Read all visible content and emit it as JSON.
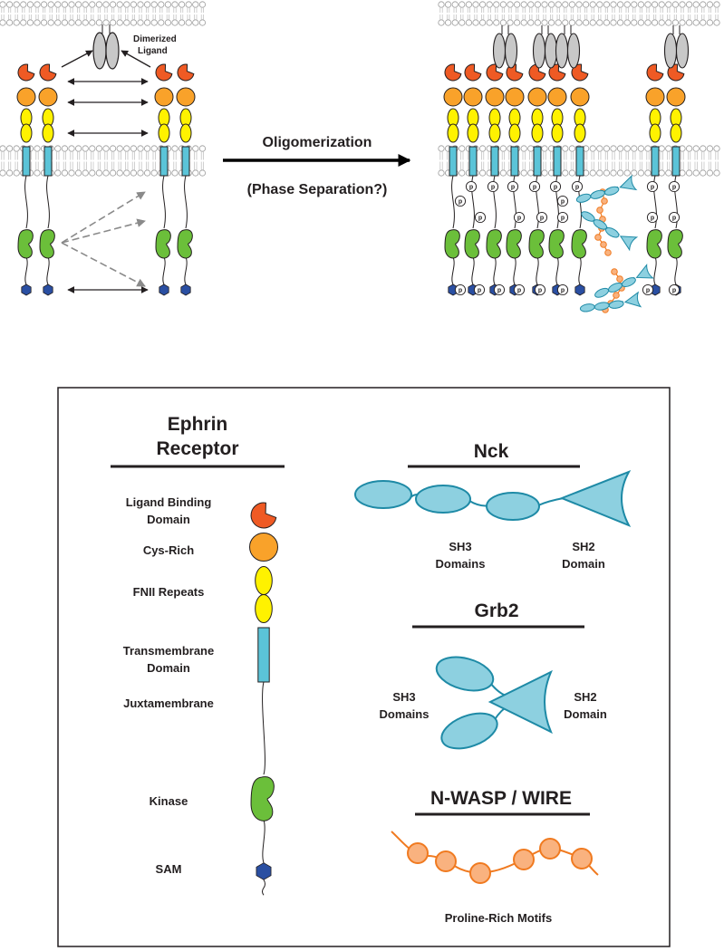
{
  "top": {
    "dimerized_ligand": [
      "Dimerized",
      "Ligand"
    ],
    "arrow_main_label": "Oligomerization",
    "arrow_sub_label": "(Phase Separation?)",
    "phospho_label": "p"
  },
  "legend": {
    "ephrin_title": [
      "Ephrin",
      "Receptor"
    ],
    "ephrin_domains": [
      [
        "Ligand Binding",
        "Domain"
      ],
      [
        "Cys-Rich"
      ],
      [
        "FNII Repeats"
      ],
      [
        "Transmembrane",
        "Domain"
      ],
      [
        "Juxtamembrane"
      ],
      [
        "Kinase"
      ],
      [
        "SAM"
      ]
    ],
    "nck": {
      "title": "Nck",
      "sh3": [
        "SH3",
        "Domains"
      ],
      "sh2": [
        "SH2",
        "Domain"
      ]
    },
    "grb2": {
      "title": "Grb2",
      "sh3": [
        "SH3",
        "Domains"
      ],
      "sh2": [
        "SH2",
        "Domain"
      ]
    },
    "nwasp": {
      "title": "N-WASP / WIRE",
      "caption": "Proline-Rich Motifs"
    }
  },
  "colors": {
    "ligand_binding": "#ef5a24",
    "cys_rich": "#f9a22a",
    "fnii": "#fff200",
    "transmembrane": "#5bc4d8",
    "kinase": "#6bbf3a",
    "sam": "#2a4fa2",
    "ligand": "#c8c8c8",
    "nck_grb2": "#8dd0e0",
    "nck_stroke": "#1e8aa6",
    "proline": "#f9b27f",
    "proline_stroke": "#f07a20",
    "membrane": "#bcbcbc"
  }
}
